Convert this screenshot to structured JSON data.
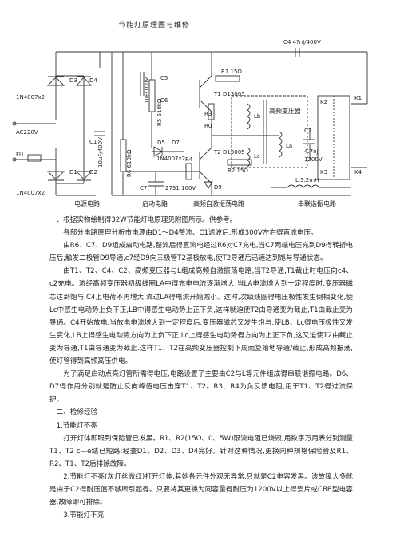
{
  "doc_title": "节能灯原理图与维修",
  "circuit": {
    "labels": {
      "d3": "D3",
      "d4": "D4",
      "d1": "D1",
      "d2": "D2",
      "in4007_top": "1N4007x2",
      "in4007_bot": "1N4007x2",
      "ac": "AC220V",
      "fu": "FU",
      "c1": "C1",
      "c1v": "10uF/400V",
      "r6": "R6 610kΩ",
      "c5": "C5",
      "c5v": "1uF/100V",
      "r5": "R5 610kΩ",
      "c6": "C6",
      "d5": "D5",
      "d7": "D7",
      "in4007x2": "1N4007x2",
      "c7": "C7",
      "c7v": "2731 100V",
      "r1": "R1 15Ω",
      "t1": "T1 D13005",
      "r3": "R3",
      "r0": "R0",
      "t2": "T2 D13005",
      "r2": "R2 15Ω",
      "r4": "R4",
      "d9": "D9",
      "c4": "C4 4?nJ/400V",
      "trans": "高频变压器",
      "lb": "Lb",
      "la": "La",
      "lc": "Lc",
      "c2": "C2",
      "c2v": "4.7nJ",
      "c2v2": "1200V",
      "l": "L 3.2mH",
      "k1": "K1",
      "k2": "K2",
      "k3": "K3",
      "k4": "K4"
    },
    "captions": {
      "power": "电源电路",
      "start": "启动电路",
      "hf": "高频自激振荡电路",
      "lamp": "串联谐振电路"
    }
  },
  "paragraphs": [
    {
      "cls": "",
      "text": "一、根据实物绘制得32W节能灯电原理见附图所示。供参考。"
    },
    {
      "cls": "ind",
      "text": "各部分电路原理分析市电源由D1～D4整流、C1滤波后.形成300V左右得直流电压。"
    },
    {
      "cls": "ind",
      "text": "由R6、C7、D9组成启动电路,整流后得直流电经过R6对C7充电,当C7两端电压充到D9得转折电压后,触发二极管D9导通,c7经D9向三极管T2基极放电,使T2导通后迅速达到饱与导通状态。"
    },
    {
      "cls": "ind",
      "text": "由T1、T2、C4、C2、高频变压器与L组成高频自激振荡电路,当T2导通,T1截止时电压向c4、c2充电。流经高频变压器初级线圈LA中得充电电流逐渐增大,当LA电流增大到一定程度时,变压器磁芯达到饱与,C4上电荷不再增大,流过LA得电流开始减小。这时,次级线圈得电压极性发生倒相变化,使Lc中感生电动势上负下正,LB中得感生电动势上正下负,这样就迫使T2由导通变为截止,T1由截止变为导通。C4开始放电,当放电电流增大到一定程度后,变压器磁芯又发生饱与,使LB、Lc得电压极性又发生变化,LB上得感生电动势方向为上负下正;Lc上得感生电动势得方向为上正下负,这又迫使T2由截止变为导通,T1由导通变为截止.这样T1、T2在高频变压器控制下周而复始地导通/截止,形成高频振荡,使灯管得到高频高压供电。"
    },
    {
      "cls": "ind",
      "text": "为了满足启动点亮灯管所需得电压,电路设置了主要由C2与L等元件组成得串联谐振电路。D6、D7得作用分别就是防止反向峰值电压击穿T1、T2。R3、R4为负反馈电阻,用于T1、T2得过流保护。"
    },
    {
      "cls": "sec",
      "text": "二、检修经验"
    },
    {
      "cls": "sec",
      "text": "1.节能灯不亮"
    },
    {
      "cls": "ind",
      "text": "打开灯体即眼到保险管已发黑。R1、R2(15Ω、0、5W)限流电阻已烧毁;用数字万用表分别测量T1、T2 c—e结已短路:经查D1、D2、D3、D4完好。针对这种情况,更换同种规格保险管及R1、R2、T1、T2后排除故障。"
    },
    {
      "cls": "ind",
      "text": "2.节能灯不亮(灰灯丝微红)打开灯体,其她各元件外观无异常,只就是C2电容发黑。该故障大多就是由于C2得耐压值不够所引起得。只要将其更换为同容量得耐压为1200V以上得瓷片或CBB型电容器,故障即可排除。"
    },
    {
      "cls": "ind",
      "text": "3.节能灯不亮"
    }
  ]
}
